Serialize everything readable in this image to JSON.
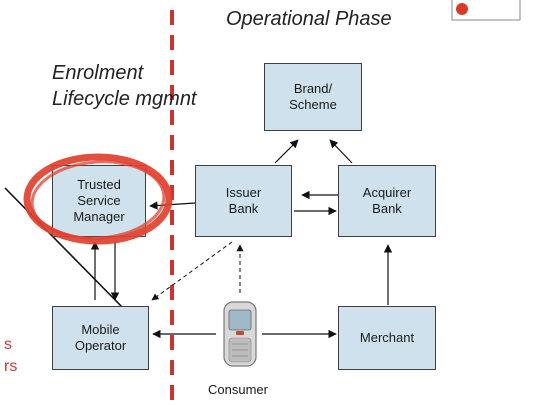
{
  "headings": {
    "operational": "Operational Phase",
    "enrolment": "Enrolment\nLifecycle mgmnt"
  },
  "nodes": {
    "brand": "Brand/\nScheme",
    "trusted": "Trusted\nService\nManager",
    "issuer": "Issuer\nBank",
    "acquirer": "Acquirer\nBank",
    "mobile": "Mobile\nOperator",
    "merchant": "Merchant"
  },
  "consumer_label": "Consumer",
  "left_cut_text": "s\nrs",
  "colors": {
    "box_fill": "#cfe1ec",
    "divider": "#c8372d",
    "highlight_circle": "#e0402f",
    "cut_text": "#c93a3a"
  },
  "icons": {
    "phone": "mobile-phone-icon"
  }
}
